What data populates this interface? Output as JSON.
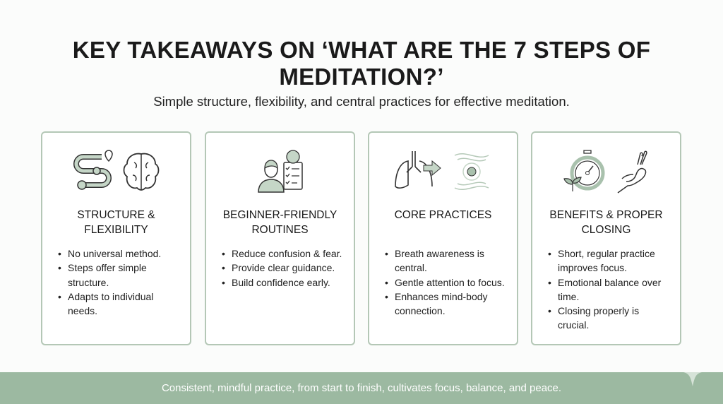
{
  "title": "KEY TAKEAWAYS ON ‘WHAT ARE THE 7 STEPS OF MEDITATION?’",
  "subtitle": "Simple structure, flexibility, and central practices for effective meditation.",
  "cards": [
    {
      "title": "STRUCTURE & FLEXIBILITY",
      "icons": [
        "winding-path-icon",
        "brain-icon"
      ],
      "bullets": [
        "No universal method.",
        "Steps offer simple structure.",
        "Adapts to individual needs."
      ]
    },
    {
      "title": "BEGINNER-FRIENDLY ROUTINES",
      "icons": [
        "person-checklist-icon"
      ],
      "bullets": [
        "Reduce confusion & fear.",
        "Provide clear guidance.",
        "Build confidence early."
      ]
    },
    {
      "title": "CORE PRACTICES",
      "icons": [
        "lungs-icon",
        "focus-waves-icon"
      ],
      "bullets": [
        "Breath awareness is central.",
        "Gentle attention to focus.",
        "Enhances mind-body connection."
      ]
    },
    {
      "title": "BENEFITS & PROPER CLOSING",
      "icons": [
        "stopwatch-leaf-icon",
        "mudra-hand-icon"
      ],
      "bullets": [
        "Short, regular practice improves focus.",
        "Emotional balance over time.",
        "Closing properly is crucial."
      ]
    }
  ],
  "footer": "Consistent, mindful practice, from start to finish, cultivates focus, balance, and peace.",
  "colors": {
    "accent": "#9cb9a1",
    "border": "#b4c7b6"
  }
}
